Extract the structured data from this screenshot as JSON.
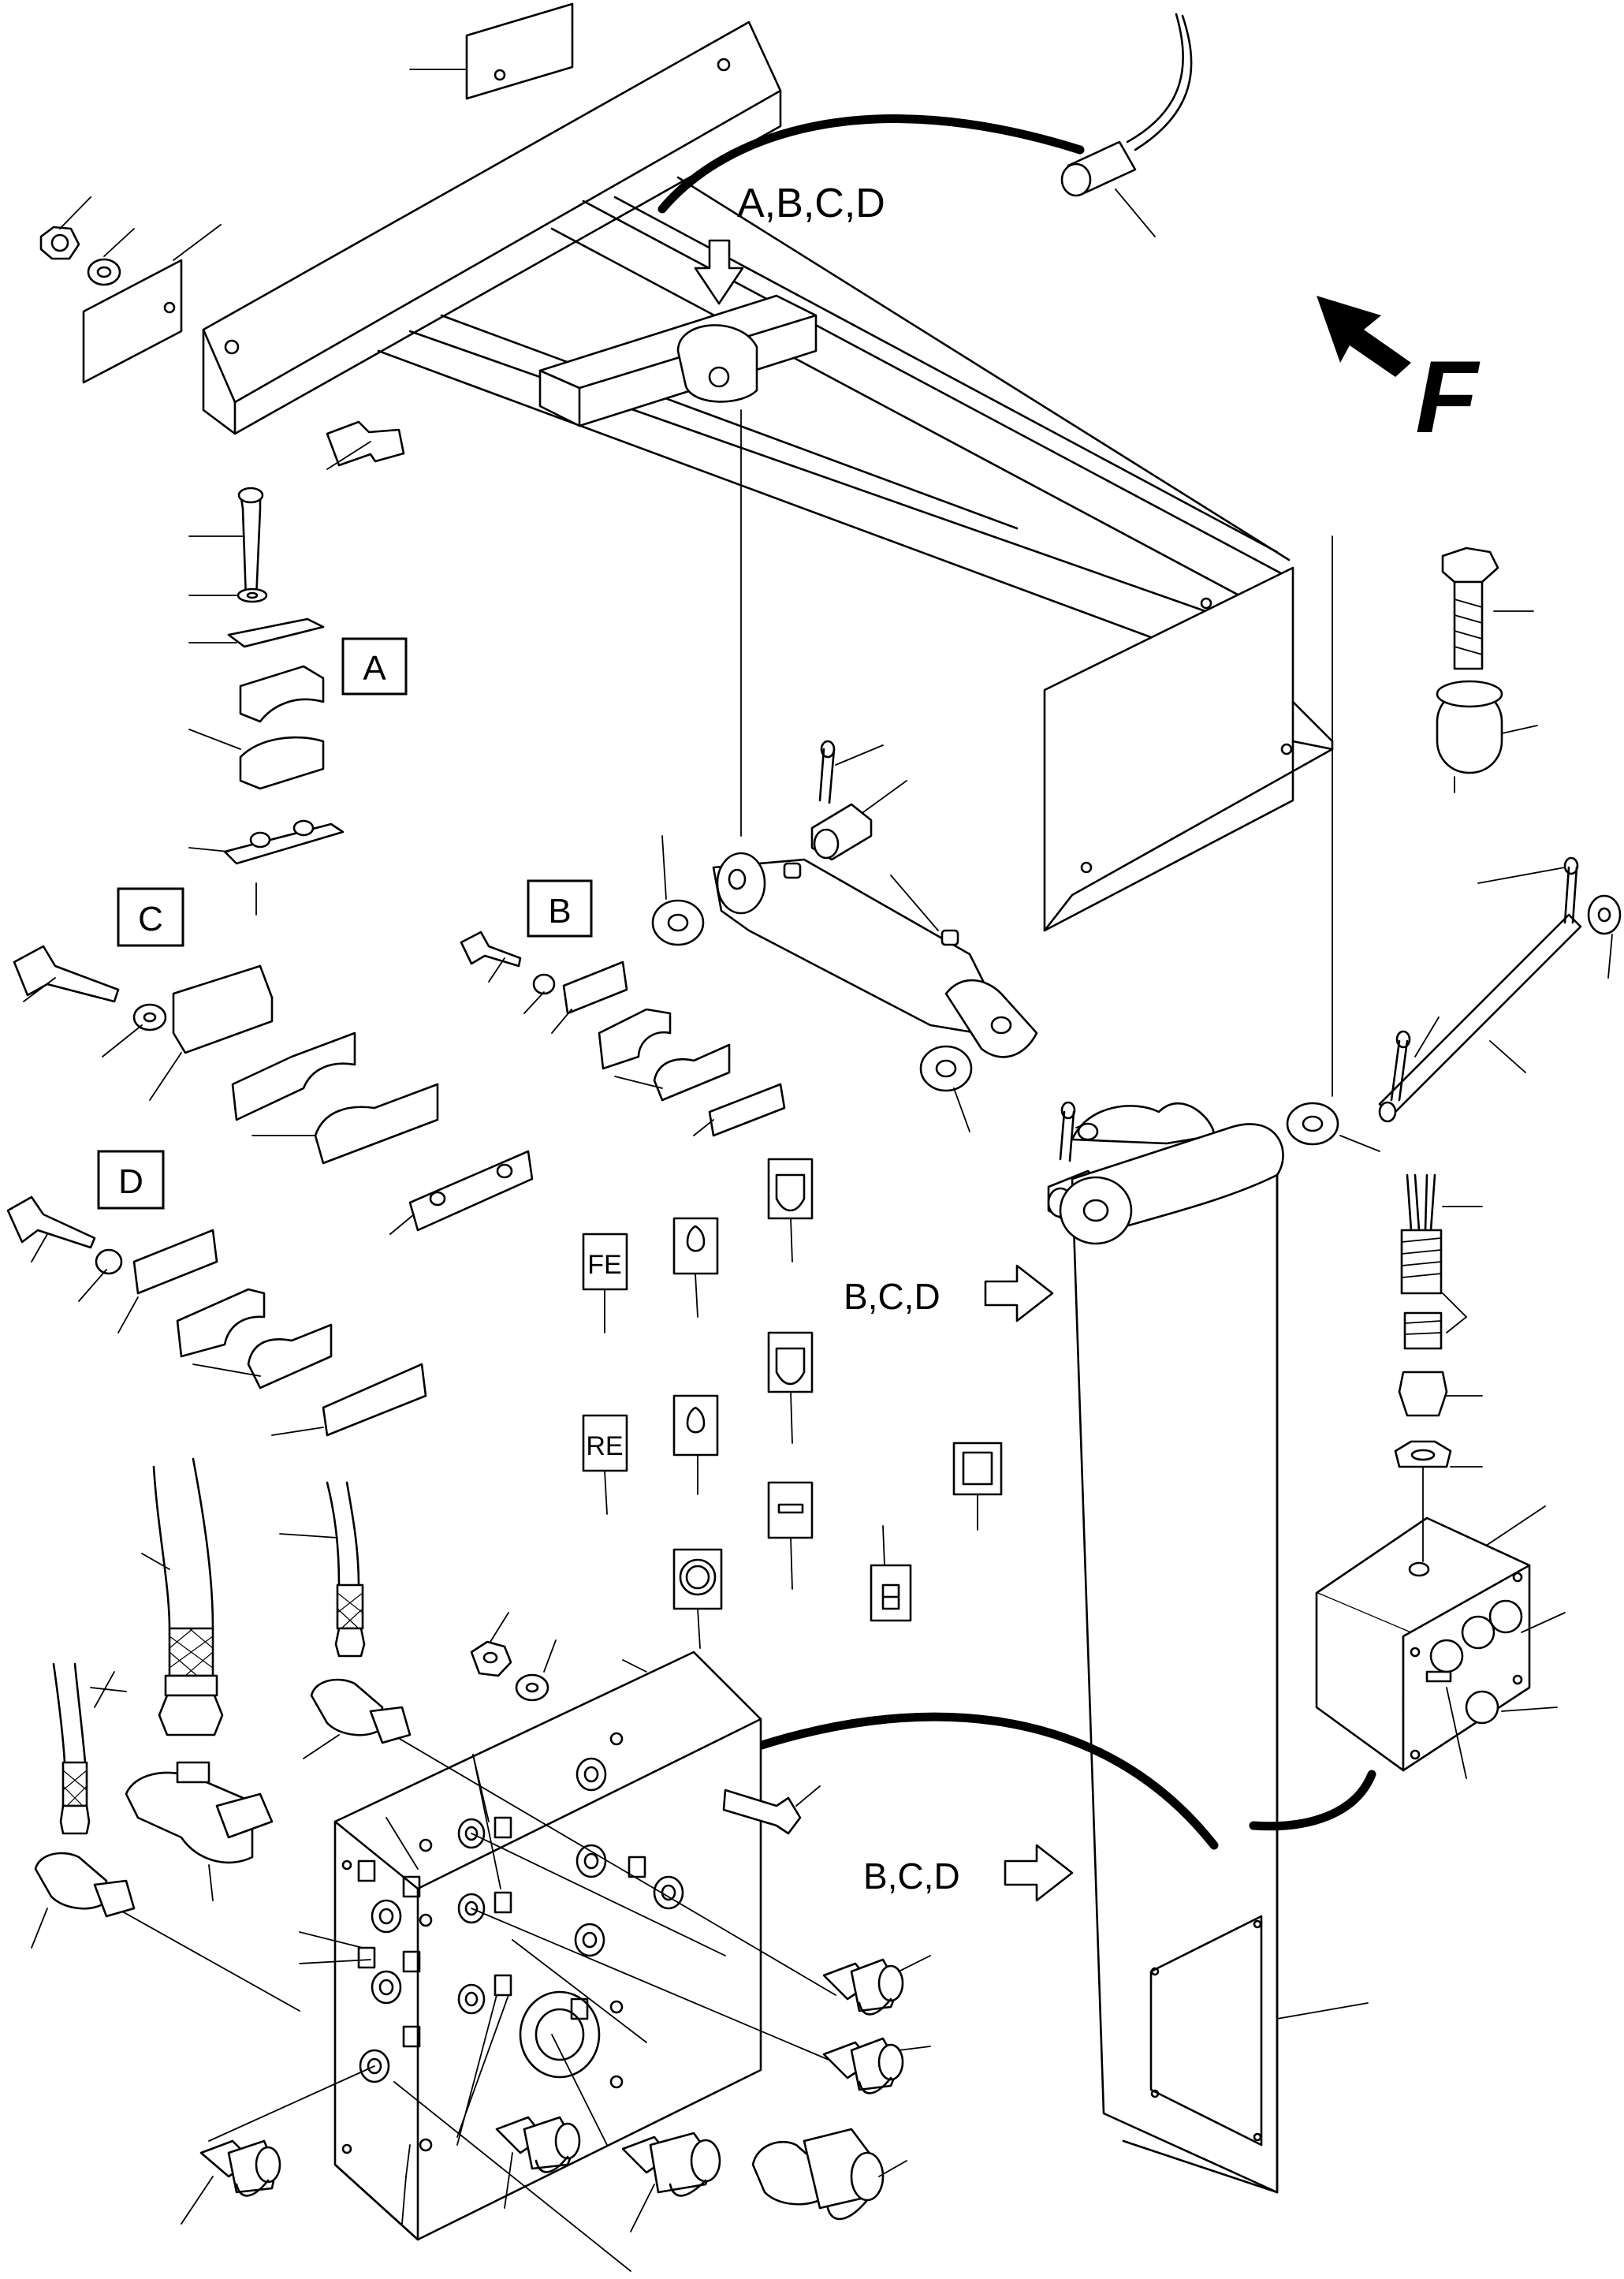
{
  "callouts": {
    "top_assembly": "A,B,C,D",
    "arm_upper": "B,C,D",
    "arm_lower": "B,C,D",
    "direction": "F"
  },
  "detail_labels": {
    "a": "A",
    "b": "B",
    "c": "C",
    "d": "D"
  },
  "decal_labels": {
    "front": "FE",
    "rear": "RE"
  }
}
